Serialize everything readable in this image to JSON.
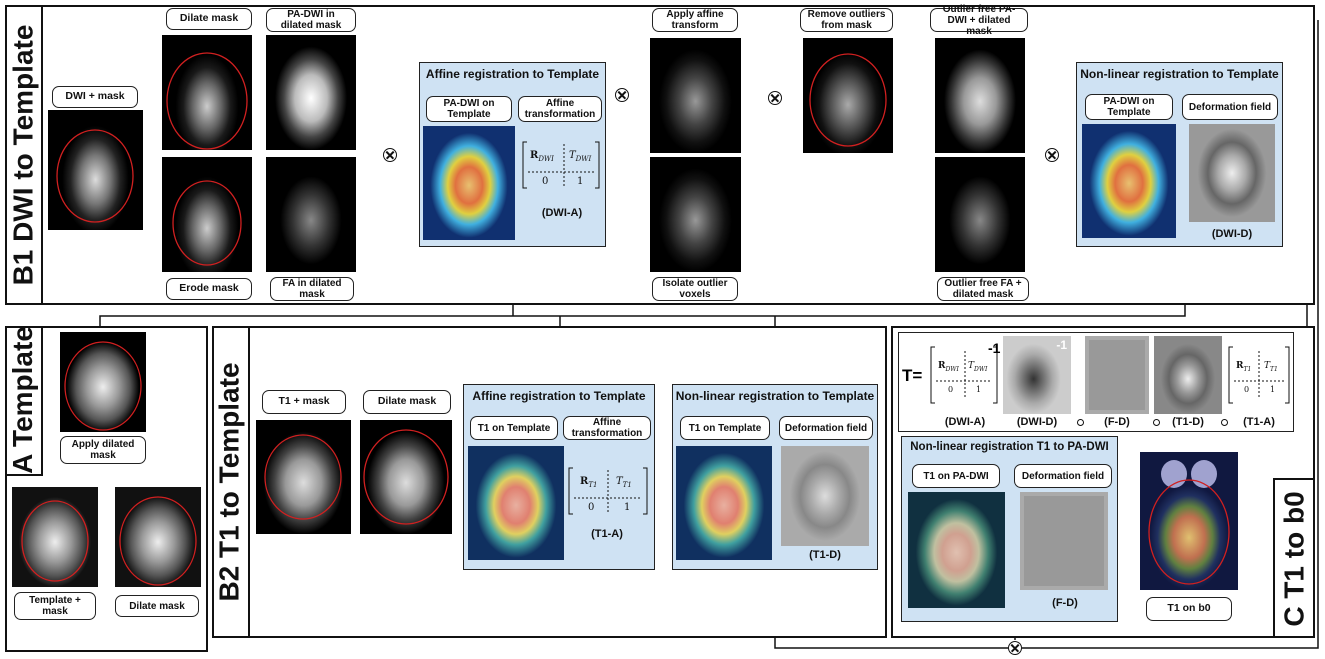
{
  "panels": {
    "b1": "B1  DWI to Template",
    "a": "A  Template",
    "b2": "B2  T1 to Template",
    "c": "C  T1 to b0"
  },
  "b1": {
    "dwi_mask": "DWI + mask",
    "dilate_mask": "Dilate mask",
    "erode_mask": "Erode mask",
    "pa_dwi_dilated": "PA-DWI in dilated mask",
    "fa_dilated": "FA in dilated mask",
    "affine_title": "Affine registration to Template",
    "pa_dwi_on_template": "PA-DWI  on Template",
    "affine_transformation": "Affine transformation",
    "dwi_a": "(DWI-A)",
    "apply_affine": "Apply affine transform",
    "isolate_outlier": "Isolate outlier voxels",
    "remove_outliers": "Remove outliers from mask",
    "outlier_free_pa": "Outlier free PA-DWI + dilated mask",
    "outlier_free_fa": "Outlier free FA + dilated mask",
    "nonlinear_title": "Non-linear registration to Template",
    "pa_dwi_on_template2": "PA-DWI on Template",
    "deformation_field": "Deformation field",
    "dwi_d": "(DWI-D)"
  },
  "a": {
    "apply_dilated": "Apply dilated mask",
    "template_mask": "Template + mask",
    "dilate_mask": "Dilate mask"
  },
  "b2": {
    "t1_mask": "T1 + mask",
    "dilate_mask": "Dilate mask",
    "affine_title": "Affine registration to Template",
    "t1_on_template": "T1 on Template",
    "affine_transformation": "Affine transformation",
    "t1_a": "(T1-A)",
    "nonlinear_title": "Non-linear registration to Template",
    "t1_on_template2": "T1 on Template",
    "deformation_field": "Deformation field",
    "t1_d": "(T1-D)"
  },
  "c": {
    "t_eq": "T=",
    "inv_exp": "-1",
    "inv_exp2": "-1",
    "dwi_a": "(DWI-A)",
    "dwi_d": "(DWI-D)",
    "f_d": "(F-D)",
    "t1_d": "(T1-D)",
    "t1_a": "(T1-A)",
    "nl_title": "Non-linear registration T1 to PA-DWI",
    "t1_on_padwi": "T1 on PA-DWI",
    "deformation_field": "Deformation field",
    "f_d2": "(F-D)",
    "t1_on_b0": "T1 on b0"
  },
  "matrix": {
    "r_dwi": "R",
    "r_dwi_sub": "DWI",
    "t_dwi": "T",
    "t_dwi_sub": "DWI",
    "r_t1": "R",
    "r_t1_sub": "T1",
    "t_t1": "T",
    "t_t1_sub": "T1",
    "zero": "0",
    "one": "1"
  },
  "colors": {
    "blue_box": "#cfe2f3",
    "mask_red": "#d02020",
    "black": "#111111"
  }
}
